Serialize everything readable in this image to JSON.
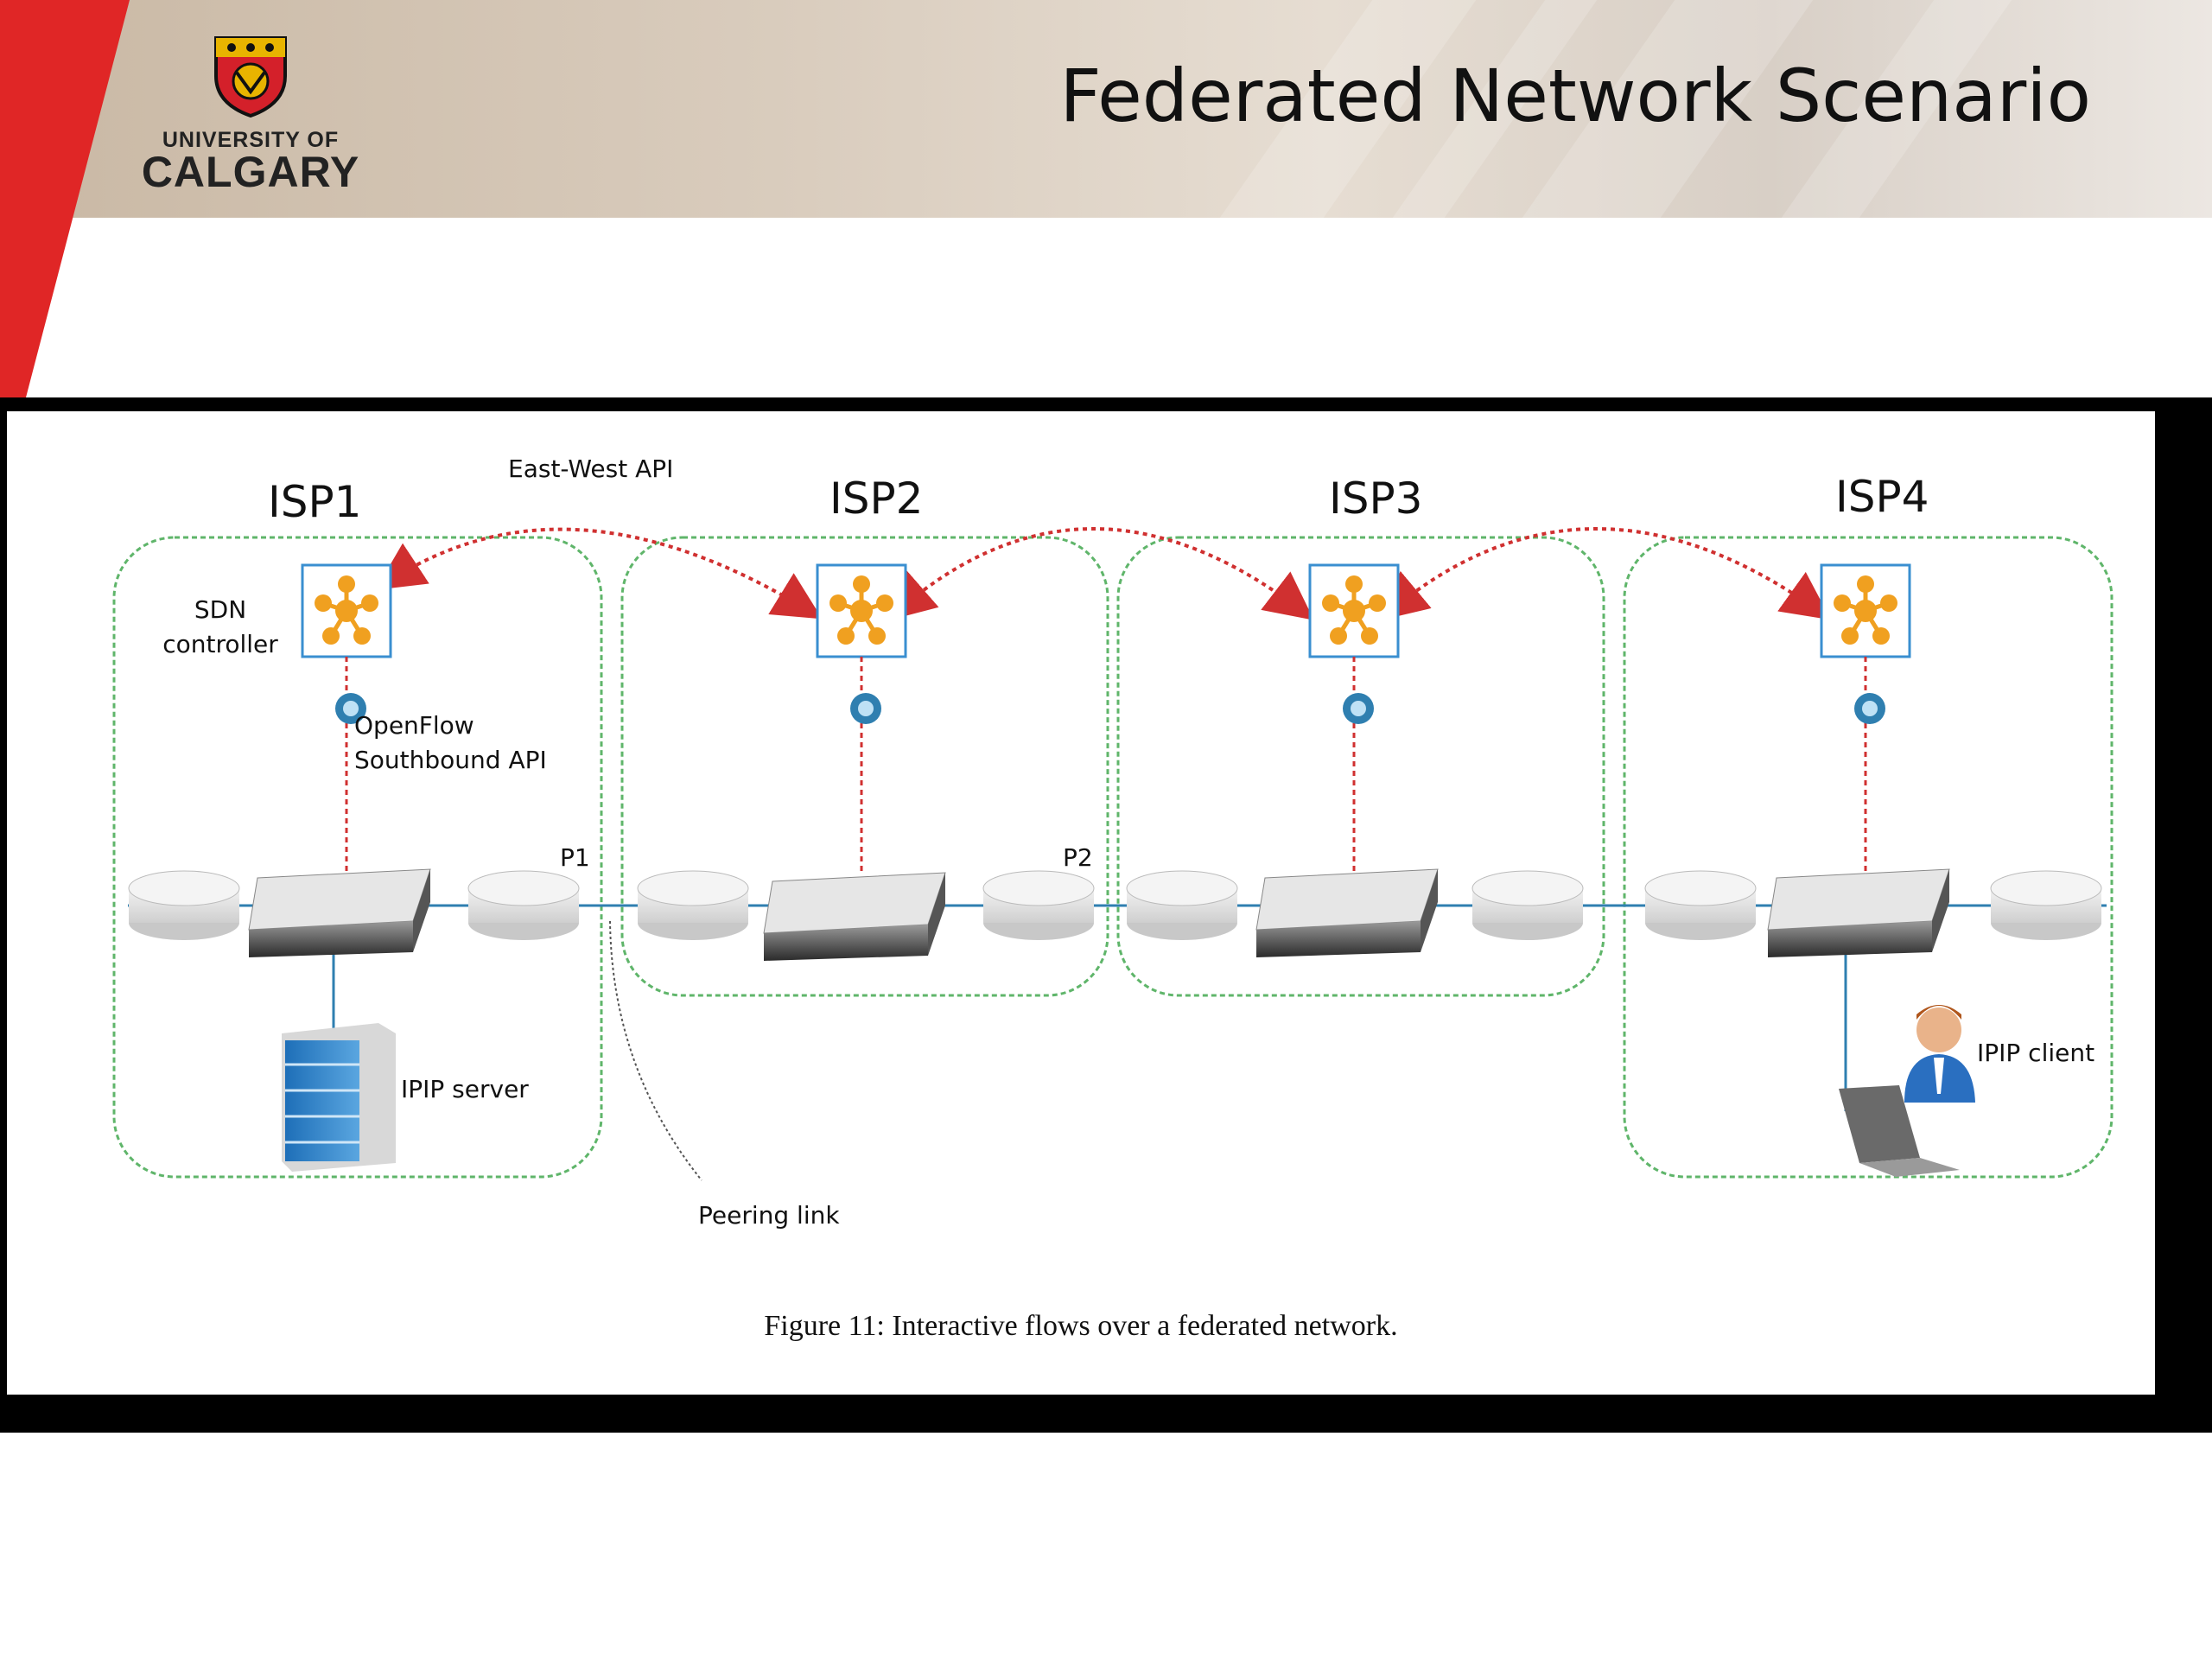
{
  "header": {
    "logo": {
      "line1": "UNIVERSITY OF",
      "line2": "CALGARY"
    },
    "title": "Federated Network Scenario"
  },
  "diagram": {
    "domains": [
      "ISP1",
      "ISP2",
      "ISP3",
      "ISP4"
    ],
    "east_west_label": "East-West API",
    "sdn_label": "SDN controller",
    "openflow_label": "OpenFlow Southbound API",
    "p1_label": "P1",
    "p2_label": "P2",
    "server_label": "IPIP server",
    "client_label": "IPIP client",
    "peering_label": "Peering link",
    "caption": "Figure 11: Interactive flows over a federated network."
  },
  "colors": {
    "accent_red": "#e02626",
    "domain_border": "#5fb56a",
    "link_blue": "#2f7fb0",
    "controller_orange": "#f0a020",
    "arrow_red": "#d03030"
  }
}
